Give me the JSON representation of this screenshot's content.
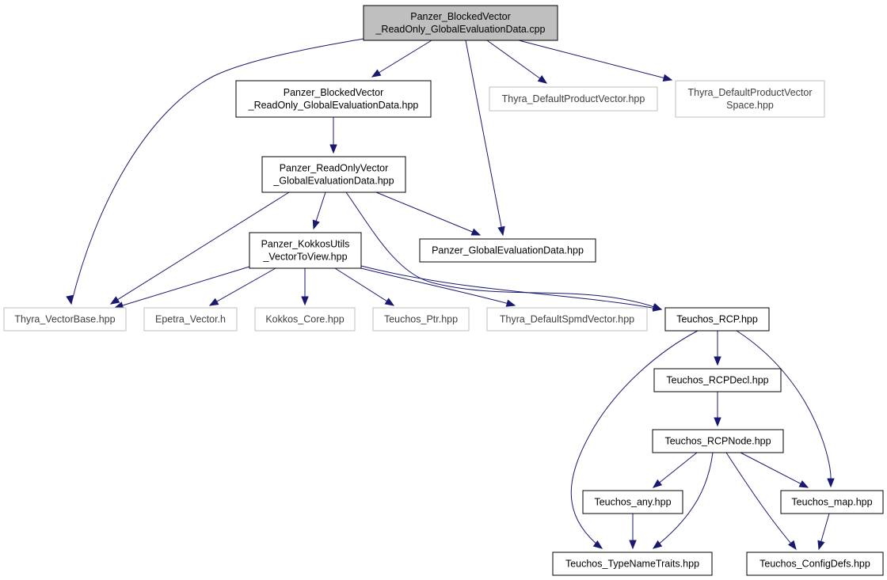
{
  "colors": {
    "edge": "#191970",
    "root_fill": "#bfbfbf",
    "node_border": "#000000",
    "external_border": "#bfbfbf",
    "text": "#000000",
    "external_text": "#404040"
  },
  "nodes": {
    "root": {
      "lines": [
        "Panzer_BlockedVector",
        "_ReadOnly_GlobalEvaluationData.cpp"
      ]
    },
    "blocked_hpp": {
      "lines": [
        "Panzer_BlockedVector",
        "_ReadOnly_GlobalEvaluationData.hpp"
      ]
    },
    "thyra_default_product_vector": {
      "lines": [
        "Thyra_DefaultProductVector.hpp"
      ]
    },
    "thyra_default_product_vector_space": {
      "lines": [
        "Thyra_DefaultProductVector",
        "Space.hpp"
      ]
    },
    "readonly_vector": {
      "lines": [
        "Panzer_ReadOnlyVector",
        "_GlobalEvaluationData.hpp"
      ]
    },
    "kokkos_utils": {
      "lines": [
        "Panzer_KokkosUtils",
        "_VectorToView.hpp"
      ]
    },
    "global_eval_data": {
      "lines": [
        "Panzer_GlobalEvaluationData.hpp"
      ]
    },
    "thyra_vector_base": {
      "lines": [
        "Thyra_VectorBase.hpp"
      ]
    },
    "epetra_vector": {
      "lines": [
        "Epetra_Vector.h"
      ]
    },
    "kokkos_core": {
      "lines": [
        "Kokkos_Core.hpp"
      ]
    },
    "teuchos_ptr": {
      "lines": [
        "Teuchos_Ptr.hpp"
      ]
    },
    "thyra_default_spmd_vector": {
      "lines": [
        "Thyra_DefaultSpmdVector.hpp"
      ]
    },
    "teuchos_rcp": {
      "lines": [
        "Teuchos_RCP.hpp"
      ]
    },
    "teuchos_rcpdecl": {
      "lines": [
        "Teuchos_RCPDecl.hpp"
      ]
    },
    "teuchos_rcpnode": {
      "lines": [
        "Teuchos_RCPNode.hpp"
      ]
    },
    "teuchos_any": {
      "lines": [
        "Teuchos_any.hpp"
      ]
    },
    "teuchos_map": {
      "lines": [
        "Teuchos_map.hpp"
      ]
    },
    "teuchos_typenametraits": {
      "lines": [
        "Teuchos_TypeNameTraits.hpp"
      ]
    },
    "teuchos_configdefs": {
      "lines": [
        "Teuchos_ConfigDefs.hpp"
      ]
    }
  },
  "edges": [
    [
      "root",
      "blocked_hpp"
    ],
    [
      "root",
      "thyra_default_product_vector"
    ],
    [
      "root",
      "thyra_default_product_vector_space"
    ],
    [
      "root",
      "thyra_vector_base"
    ],
    [
      "root",
      "global_eval_data"
    ],
    [
      "blocked_hpp",
      "readonly_vector"
    ],
    [
      "readonly_vector",
      "kokkos_utils"
    ],
    [
      "readonly_vector",
      "global_eval_data"
    ],
    [
      "readonly_vector",
      "thyra_vector_base"
    ],
    [
      "readonly_vector",
      "teuchos_rcp"
    ],
    [
      "kokkos_utils",
      "thyra_vector_base"
    ],
    [
      "kokkos_utils",
      "epetra_vector"
    ],
    [
      "kokkos_utils",
      "kokkos_core"
    ],
    [
      "kokkos_utils",
      "teuchos_ptr"
    ],
    [
      "kokkos_utils",
      "thyra_default_spmd_vector"
    ],
    [
      "kokkos_utils",
      "teuchos_rcp"
    ],
    [
      "teuchos_rcp",
      "teuchos_rcpdecl"
    ],
    [
      "teuchos_rcp",
      "teuchos_typenametraits"
    ],
    [
      "teuchos_rcp",
      "teuchos_map"
    ],
    [
      "teuchos_rcpdecl",
      "teuchos_rcpnode"
    ],
    [
      "teuchos_rcpnode",
      "teuchos_any"
    ],
    [
      "teuchos_rcpnode",
      "teuchos_typenametraits"
    ],
    [
      "teuchos_rcpnode",
      "teuchos_map"
    ],
    [
      "teuchos_rcpnode",
      "teuchos_configdefs"
    ],
    [
      "teuchos_any",
      "teuchos_typenametraits"
    ],
    [
      "teuchos_map",
      "teuchos_configdefs"
    ]
  ]
}
